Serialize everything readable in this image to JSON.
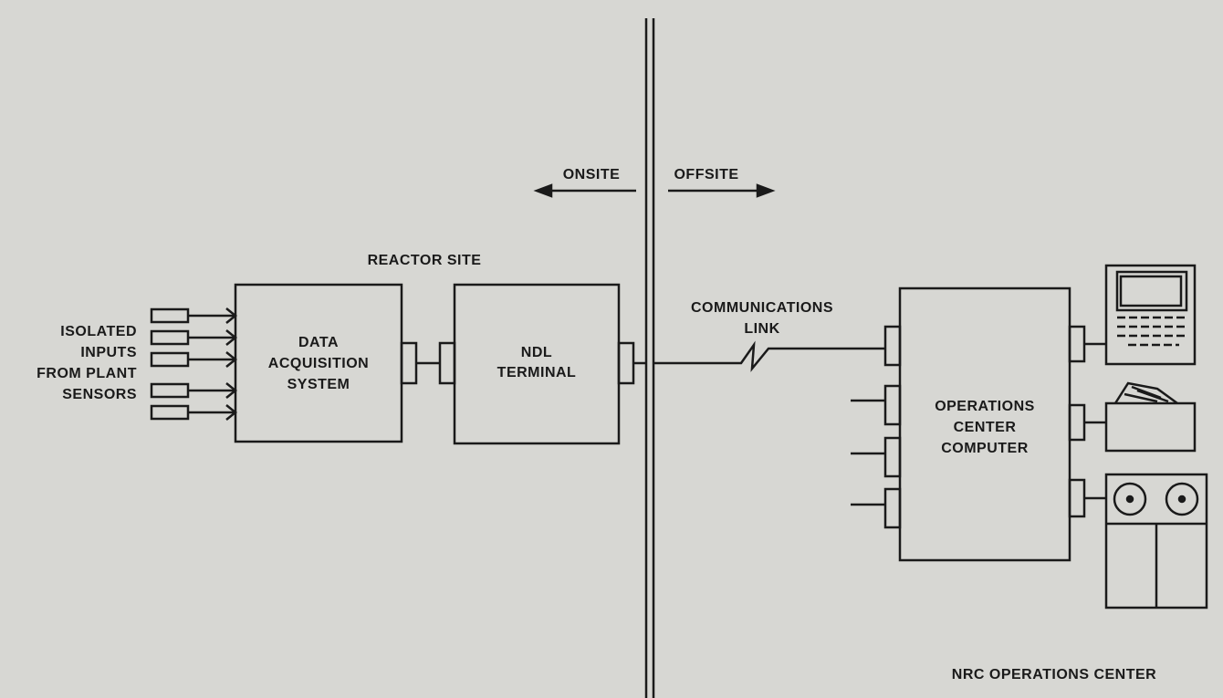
{
  "diagram": {
    "onsite_label": "ONSITE",
    "offsite_label": "OFFSITE",
    "reactor_site_label": "REACTOR SITE",
    "isolated_inputs": [
      "ISOLATED",
      "INPUTS",
      "FROM PLANT",
      "SENSORS"
    ],
    "data_acquisition": [
      "DATA",
      "ACQUISITION",
      "SYSTEM"
    ],
    "ndl_terminal": [
      "NDL",
      "TERMINAL"
    ],
    "communications_link": [
      "COMMUNICATIONS",
      "LINK"
    ],
    "operations_center_computer": [
      "OPERATIONS",
      "CENTER",
      "COMPUTER"
    ],
    "nrc_operations_center": "NRC OPERATIONS CENTER"
  },
  "colors": {
    "background": "#d7d7d3",
    "ink": "#1a1a1a"
  },
  "icons": [
    "terminal-display-icon",
    "printer-icon",
    "tape-drive-icon"
  ]
}
